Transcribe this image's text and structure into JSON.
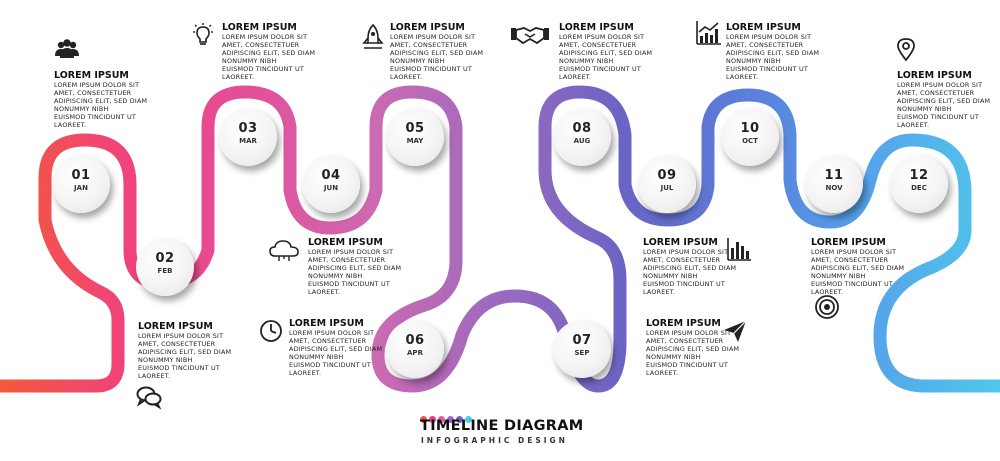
{
  "diagram": {
    "title": "TIMELINE DIAGRAM",
    "subtitle": "INFOGRAPHIC DESIGN",
    "path_colors": [
      "#f25a3a",
      "#f0427c",
      "#e44f9a",
      "#cc6ab2",
      "#9b6abf",
      "#6a64c4",
      "#5a7fdc",
      "#55a5ea",
      "#4fc8ec"
    ],
    "dot_colors": [
      "#f2573a",
      "#ee3c7a",
      "#e65aa3",
      "#9b6abf",
      "#6a64c4",
      "#4fc8ec"
    ],
    "steps": [
      {
        "number": "01",
        "month": "JAN",
        "icon": "people-icon"
      },
      {
        "number": "02",
        "month": "FEB",
        "icon": "chat-bubbles-icon"
      },
      {
        "number": "03",
        "month": "MAR",
        "icon": "lightbulb-icon"
      },
      {
        "number": "04",
        "month": "JUN",
        "icon": "cloud-icon"
      },
      {
        "number": "05",
        "month": "MAY",
        "icon": "rocket-icon"
      },
      {
        "number": "06",
        "month": "APR",
        "icon": "clock-icon"
      },
      {
        "number": "07",
        "month": "SEP",
        "icon": "paper-plane-icon"
      },
      {
        "number": "08",
        "month": "AUG",
        "icon": "handshake-icon"
      },
      {
        "number": "09",
        "month": "JUL",
        "icon": "bar-chart-icon"
      },
      {
        "number": "10",
        "month": "OCT",
        "icon": "growth-chart-icon"
      },
      {
        "number": "11",
        "month": "NOV",
        "icon": "target-icon"
      },
      {
        "number": "12",
        "month": "DEC",
        "icon": "location-pin-icon"
      }
    ],
    "block_title": "LOREM IPSUM",
    "block_body": "LOREM IPSUM DOLOR SIT\nAMET, CONSECTETUER\nADIPISCING ELIT, SED DIAM\nNONUMMY NIBH\nEUISMOD TINCIDUNT UT\nLAOREET."
  }
}
